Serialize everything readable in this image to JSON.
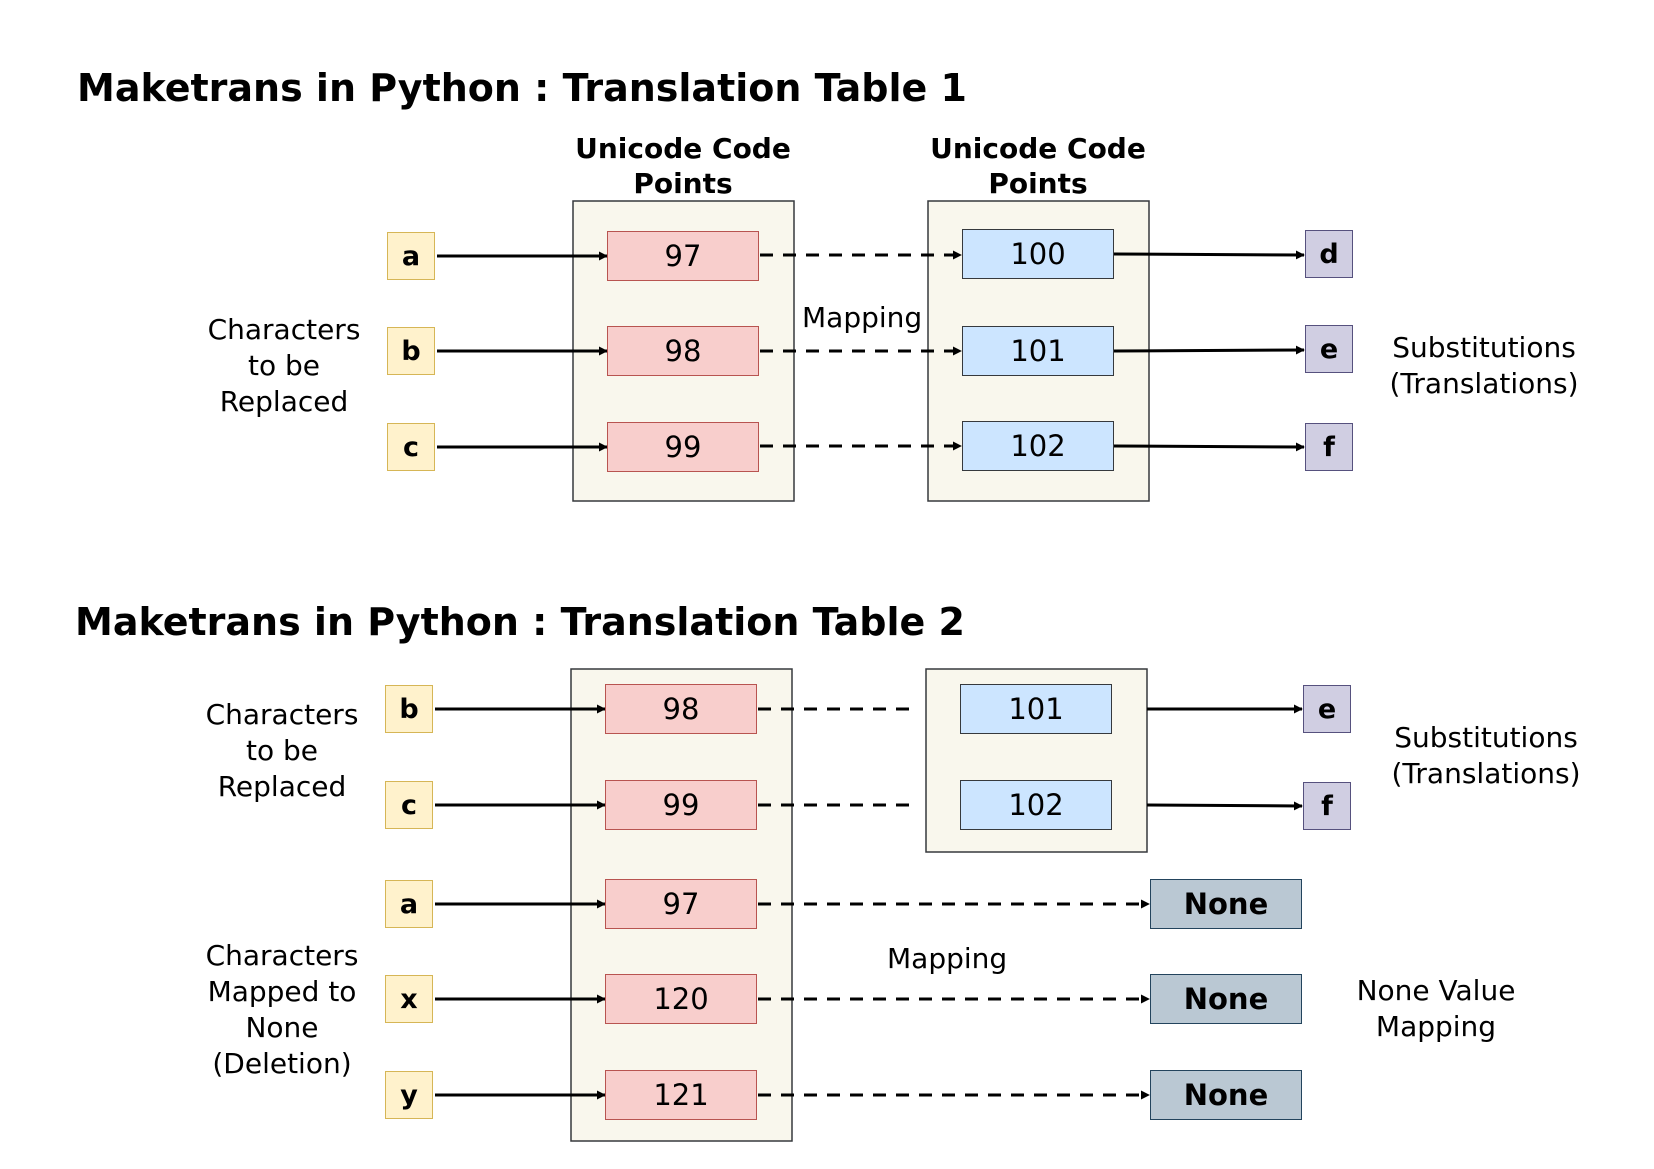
{
  "diagram_1": {
    "title": "Maketrans in Python : Translation Table 1",
    "source_header": "Unicode Code\nPoints",
    "target_header": "Unicode Code\nPoints",
    "left_note": "Characters\nto be\nReplaced",
    "right_note": "Substitutions\n(Translations)",
    "mapping_label": "Mapping",
    "rows": [
      {
        "char": "a",
        "code": "97",
        "target_code": "100",
        "result": "d"
      },
      {
        "char": "b",
        "code": "98",
        "target_code": "101",
        "result": "e"
      },
      {
        "char": "c",
        "code": "99",
        "target_code": "102",
        "result": "f"
      }
    ]
  },
  "diagram_2": {
    "title": "Maketrans in Python : Translation Table 2",
    "left_note_top": "Characters\nto be\nReplaced",
    "left_note_bottom": "Characters\nMapped to\nNone\n(Deletion)",
    "right_note_top": "Substitutions\n(Translations)",
    "right_note_bottom": "None Value\nMapping",
    "mapping_label": "Mapping",
    "translate_rows": [
      {
        "char": "b",
        "code": "98",
        "target_code": "101",
        "result": "e"
      },
      {
        "char": "c",
        "code": "99",
        "target_code": "102",
        "result": "f"
      }
    ],
    "delete_rows": [
      {
        "char": "a",
        "code": "97",
        "result": "None"
      },
      {
        "char": "x",
        "code": "120",
        "result": "None"
      },
      {
        "char": "y",
        "code": "121",
        "result": "None"
      }
    ]
  },
  "colors": {
    "source_char_fill": "#fff2cc",
    "source_char_stroke": "#d6b656",
    "code_fill": "#f8cecc",
    "code_stroke": "#b85450",
    "target_code_fill": "#cce5ff",
    "target_code_stroke": "#36393d",
    "result_char_fill": "#d0cee2",
    "result_char_stroke": "#56517e",
    "none_fill": "#bac8d3",
    "none_stroke": "#23445d",
    "container_fill": "#f9f7ed",
    "container_stroke": "#36393d"
  }
}
